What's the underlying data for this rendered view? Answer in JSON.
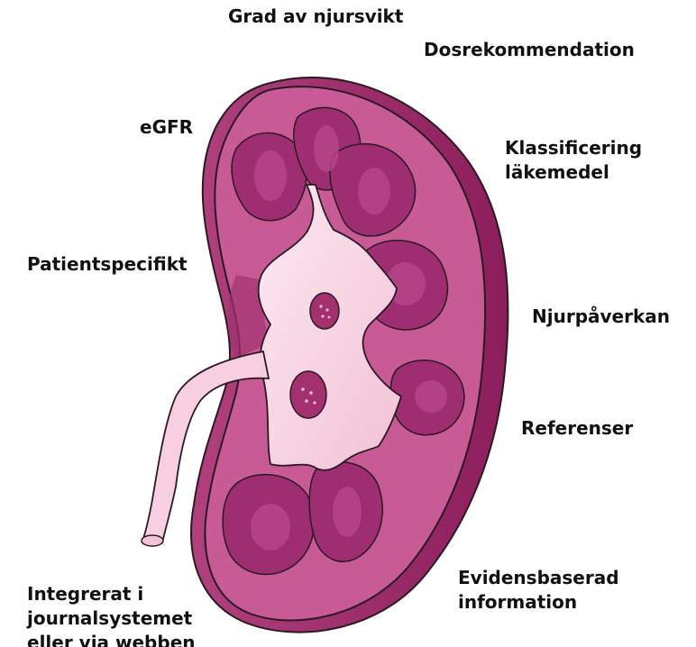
{
  "labels": {
    "grad_av_njursvikt": "Grad av njursvikt",
    "dosrekommendation": "Dosrekommendation",
    "egfr": "eGFR",
    "klassificering_lakemedel": "Klassificering\nläkemedel",
    "patientspecifikt": "Patientspecifikt",
    "njurpaverkan": "Njurpåverkan",
    "referenser": "Referenser",
    "evidensbaserad_information": "Evidensbaserad\ninformation",
    "integrerat": "Integrerat i\njournalsystemet\neller via webben"
  },
  "colors": {
    "cortex": "#c85a96",
    "cortex_dark": "#a3306f",
    "capsule": "#9a2466",
    "pyramid": "#9e2d72",
    "pyramid_fill": "#b8468a",
    "pelvis": "#fbe1ec",
    "pelvis_shade": "#f3c3d8",
    "ureter": "#f7cfe0",
    "outline": "#2a1a22",
    "text": "#111111"
  },
  "illustration": {
    "name": "kidney cross-section",
    "icon": "kidney-icon"
  }
}
